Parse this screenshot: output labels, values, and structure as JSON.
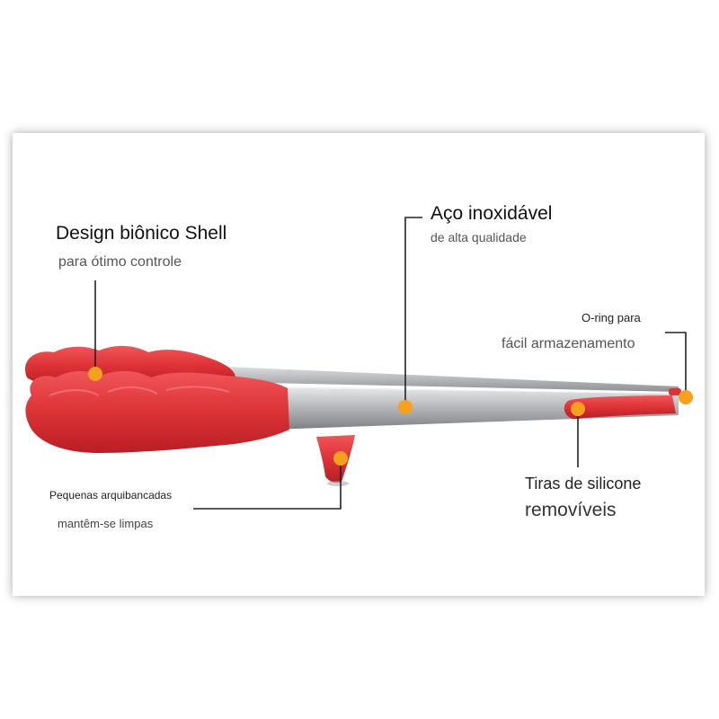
{
  "callouts": {
    "shell": {
      "title": "Design biônico Shell",
      "subtitle": "para ótimo controle"
    },
    "steel": {
      "title": "Aço inoxidável",
      "subtitle": "de alta qualidade"
    },
    "oring": {
      "title": "O-ring para",
      "subtitle": "fácil armazenamento"
    },
    "stand": {
      "title": "Pequenas arquibancadas",
      "subtitle": "mantêm-se limpas"
    },
    "strips": {
      "title": "Tiras de silicone",
      "subtitle": "removíveis"
    }
  },
  "colors": {
    "silicone": "#e0383b",
    "silicone_dark": "#b82227",
    "steel": "#b5b7b9",
    "marker": "#f5a01e",
    "leader": "#222222"
  },
  "icons": {
    "product": "kitchen-tongs"
  }
}
